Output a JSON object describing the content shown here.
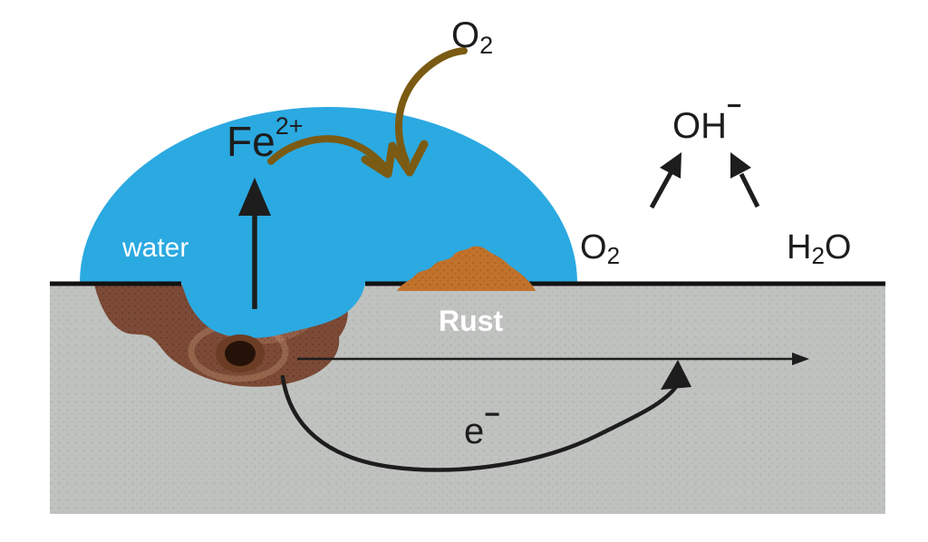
{
  "labels": {
    "o2_top": {
      "base": "O",
      "sub": "2"
    },
    "fe_ion": {
      "base": "Fe",
      "sup": "2+"
    },
    "water": "water",
    "rust": "Rust",
    "o2_right": {
      "base": "O",
      "sub": "2"
    },
    "hydroxide": {
      "base": "OH",
      "sup": "−"
    },
    "h2o": {
      "h": "H",
      "sub": "2",
      "o": "O"
    },
    "electron": {
      "base": "e",
      "sup": "−"
    }
  },
  "colors": {
    "water_blue": "#2BA9E1",
    "metal_gray": "#BFC2BF",
    "metal_dot": "#A2A5A2",
    "surface_line": "#111111",
    "arrow_brown": "#7B5B13",
    "rust_mound_orange": "#C1722B",
    "rust_mound_speckle": "#9A581B",
    "pit_rust_dark": "#7C4A36",
    "pit_rust_mid": "#95614B",
    "pit_rust_speckle": "#55301F",
    "pit_ring_light": "#C79777",
    "pit_hole_rim": "#6B3D24",
    "pit_hole_dark": "#241208",
    "ink_black": "#1D1D1D",
    "label_white": "#FFFFFF"
  }
}
